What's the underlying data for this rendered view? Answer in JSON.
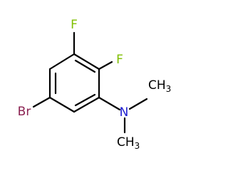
{
  "molecule": {
    "atoms": {
      "f_top": {
        "symbol": "F",
        "color": "#7fbf00"
      },
      "f_right": {
        "symbol": "F",
        "color": "#7fbf00"
      },
      "br": {
        "symbol": "Br",
        "color": "#8b2252"
      },
      "n": {
        "symbol": "N",
        "color": "#1f1fd1"
      },
      "ch3_top": {
        "symbol": "CH",
        "subscript": "3",
        "color": "#000000"
      },
      "ch3_bottom": {
        "symbol": "CH",
        "subscript": "3",
        "color": "#000000"
      }
    },
    "bond_color": "#000000"
  }
}
